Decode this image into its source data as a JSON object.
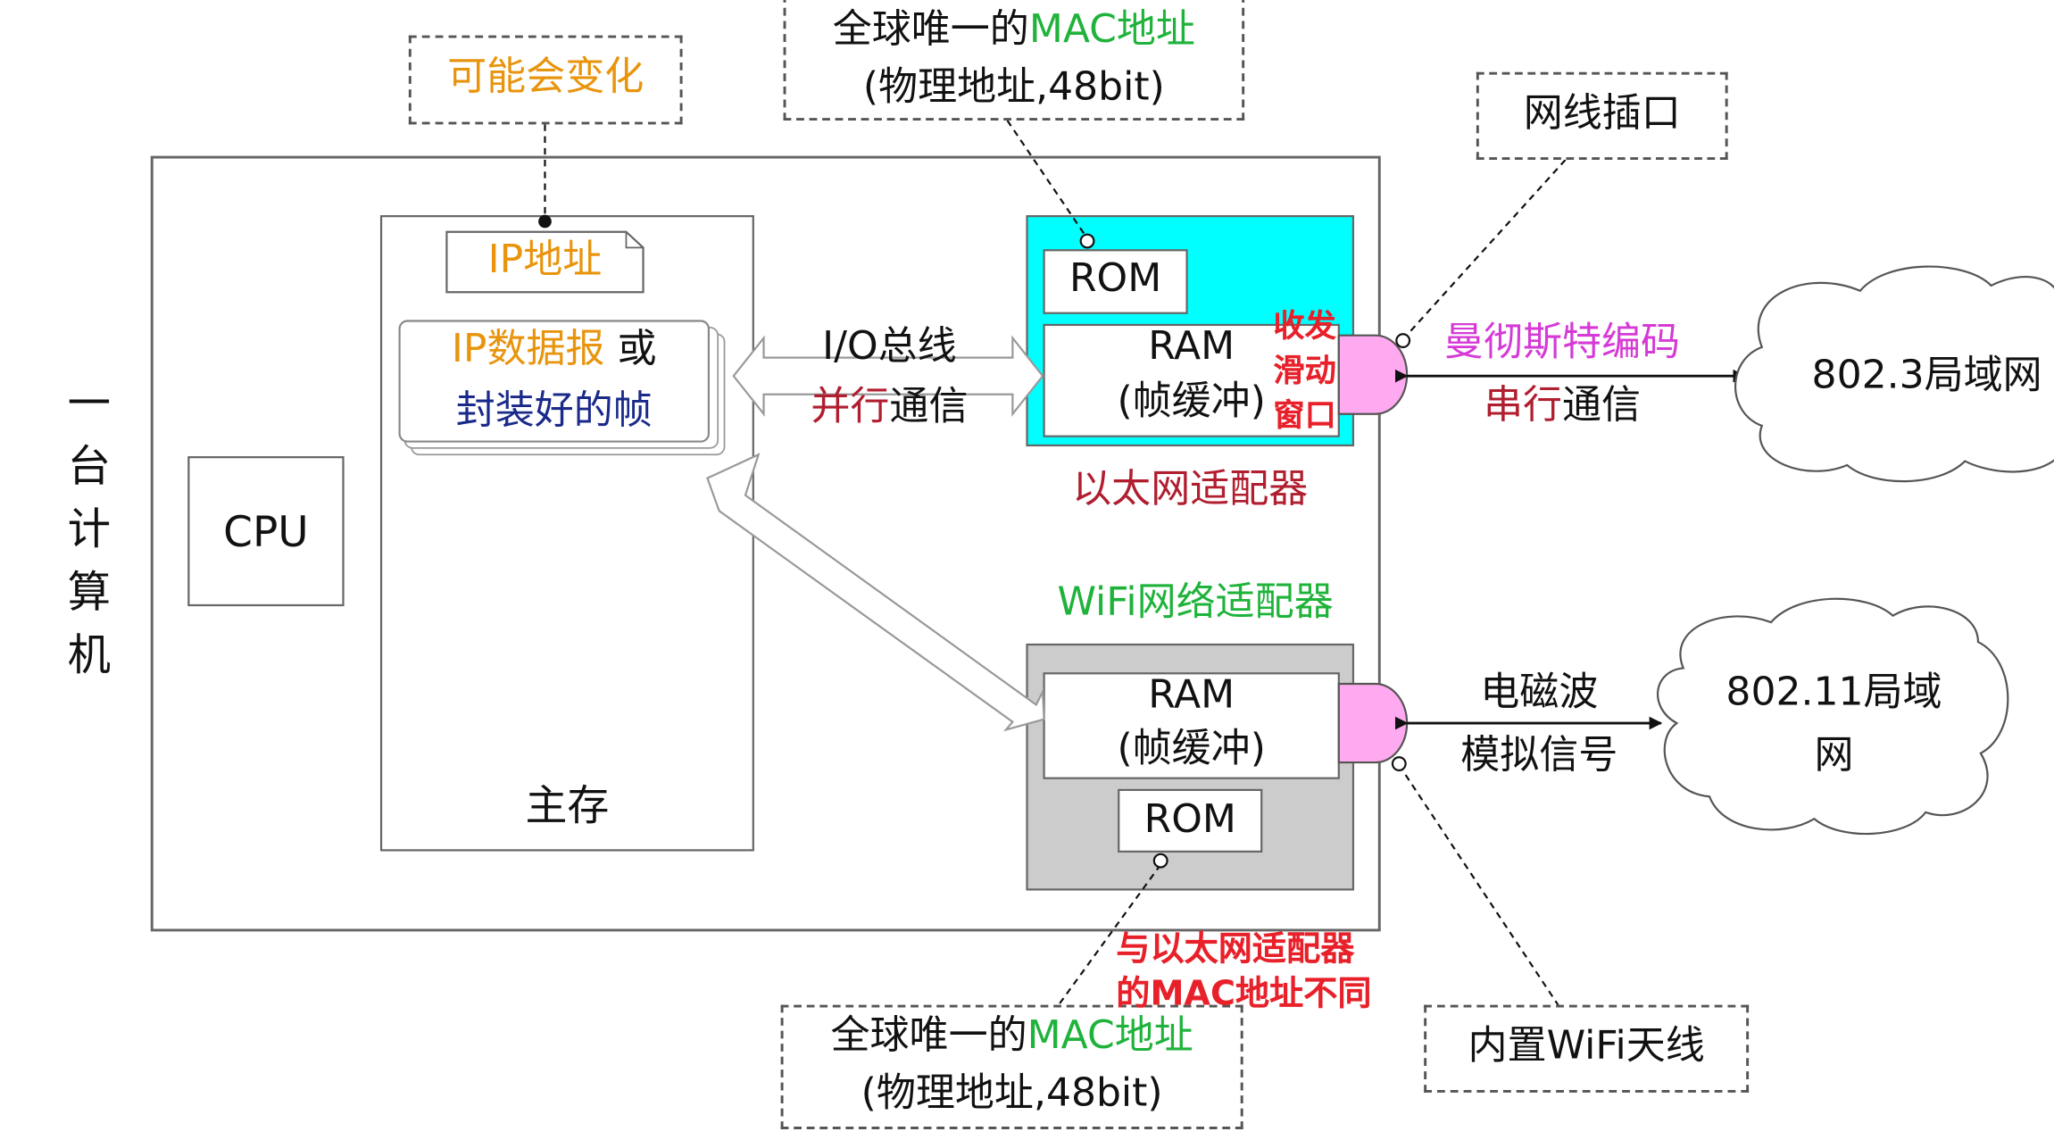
{
  "computer_label": "一台计算机",
  "cpu_label": "CPU",
  "main_memory_label": "主存",
  "ip_address_label": "IP地址",
  "may_change_note": "可能会变化",
  "datagram": {
    "part1": "IP数据报",
    "part2": " 或",
    "line2": "封装好的帧"
  },
  "io_bus": {
    "line1": "I/O总线",
    "line2_highlight": "并行",
    "line2_rest": "通信"
  },
  "eth_adapter": {
    "title": "以太网适配器",
    "rom": "ROM",
    "ram_line1": "RAM",
    "ram_line2": "(帧缓冲)",
    "window_note": [
      "收发",
      "滑动",
      "窗口"
    ]
  },
  "wifi_adapter": {
    "title": "WiFi网络适配器",
    "rom": "ROM",
    "ram_line1": "RAM",
    "ram_line2": "(帧缓冲)"
  },
  "mac_note_top": {
    "line1_prefix": "全球唯一的",
    "line1_highlight": "MAC地址",
    "line2": "(物理地址,48bit)"
  },
  "mac_note_bottom": {
    "line1_prefix": "全球唯一的",
    "line1_highlight": "MAC地址",
    "line2": "(物理地址,48bit)"
  },
  "mac_diff_note": {
    "line1": "与以太网适配器",
    "line2": "的MAC地址不同"
  },
  "rj45_note": "网线插口",
  "wifi_antenna_note": "内置WiFi天线",
  "manchester": "曼彻斯特编码",
  "serial": {
    "highlight": "串行",
    "rest": "通信"
  },
  "wireless": {
    "line1": "电磁波",
    "line2": "模拟信号"
  },
  "lan_8023": "802.3局域网",
  "lan_80211": {
    "line1": "802.11局域",
    "line2": "网"
  },
  "colors": {
    "orange": "#e8940c",
    "green": "#1fb33b",
    "dark_red": "#b01e2f",
    "red": "#e8202a",
    "navy": "#1a2a8a",
    "magenta": "#d63ad6",
    "cyan": "#00ffff",
    "pink": "#ffaaf0",
    "gray": "#cccccc"
  }
}
